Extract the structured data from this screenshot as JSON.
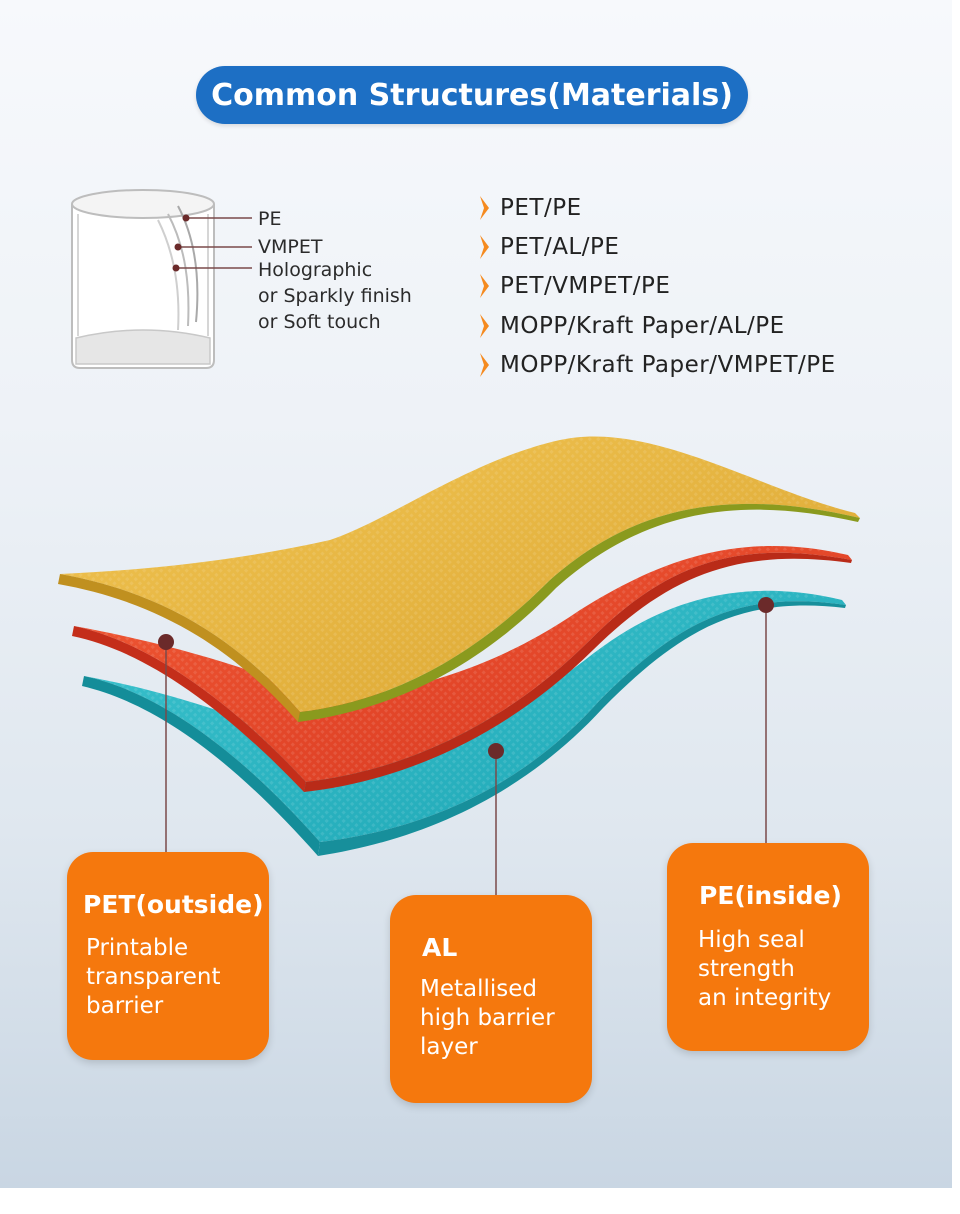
{
  "title": "Common Structures(Materials)",
  "pouch_diagram": {
    "labels": [
      "PE",
      "VMPET",
      "Holographic\nor Sparkly finish\nor Soft touch"
    ]
  },
  "structures": [
    "PET/PE",
    "PET/AL/PE",
    "PET/VMPET/PE",
    "MOPP/Kraft Paper/AL/PE",
    "MOPP/Kraft Paper/VMPET/PE"
  ],
  "layers": [
    {
      "name": "PET(outside)",
      "description": "Printable\ntransparent\nbarrier",
      "color": "#e6b43c"
    },
    {
      "name": "AL",
      "description": "Metallised\nhigh barrier\nlayer",
      "color": "#e94a2c"
    },
    {
      "name": "PE(inside)",
      "description": "High seal\nstrength\nan integrity",
      "color": "#2bb7c3"
    }
  ],
  "colors": {
    "accent_blue": "#1d6fc4",
    "card_orange": "#f5780d",
    "chevron_orange": "#f58a1f",
    "pin_dot": "#6b2a2a"
  }
}
